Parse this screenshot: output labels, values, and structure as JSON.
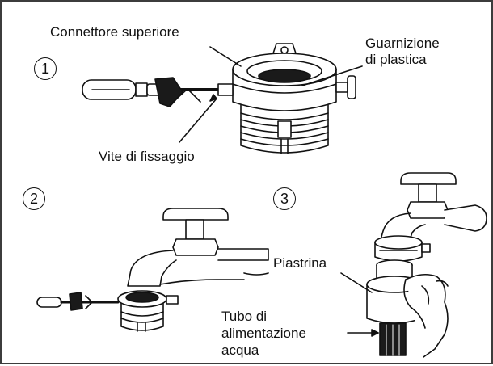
{
  "labels": {
    "upper_connector": "Connettore superiore",
    "plastic_gasket_line1": "Guarnizione",
    "plastic_gasket_line2": "di plastica",
    "fixing_screw": "Vite di fissaggio",
    "plate": "Piastrina",
    "water_hose_line1": "Tubo di",
    "water_hose_line2": "alimentazione",
    "water_hose_line3": "acqua"
  },
  "steps": [
    "1",
    "2",
    "3"
  ],
  "colors": {
    "ink": "#111111",
    "frame": "#3c3c3c",
    "background": "#ffffff"
  }
}
